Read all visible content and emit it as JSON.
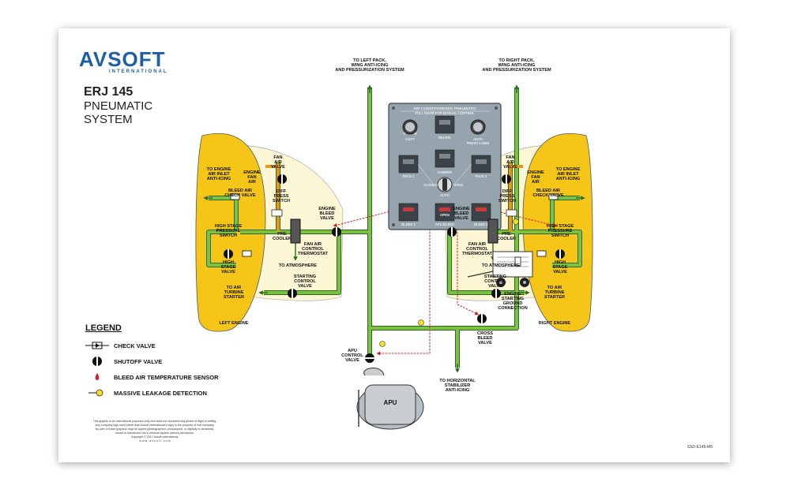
{
  "logo": {
    "main": "AVSOFT",
    "sub": "INTERNATIONAL"
  },
  "title": {
    "main": "ERJ 145",
    "line1": "PNEUMATIC",
    "line2": "SYSTEM"
  },
  "labels": {
    "to_left_pack": [
      "TO LEFT PACK,",
      "WING ANTI-ICING",
      "AND PRESSURIZATION SYSTEM"
    ],
    "to_right_pack": [
      "TO RIGHT PACK,",
      "WING ANTI-ICING",
      "AND PRESSURIZATION SYSTEM"
    ],
    "to_engine_air_inlet_l": [
      "TO ENGINE",
      "AIR INLET",
      "ANTI-ICING"
    ],
    "to_engine_air_inlet_r": [
      "TO ENGINE",
      "AIR INLET",
      "ANTI-ICING"
    ],
    "engine_fan_air_l": [
      "ENGINE",
      "FAN",
      "AIR"
    ],
    "engine_fan_air_r": [
      "ENGINE",
      "FAN",
      "AIR"
    ],
    "fan_air_valve_l": [
      "FAN",
      "AIR",
      "VALVE"
    ],
    "fan_air_valve_r": [
      "FAN",
      "AIR",
      "VALVE"
    ],
    "bleed_check_l": [
      "BLEED AIR",
      "CHECK VALVE"
    ],
    "bleed_check_r": [
      "BLEED AIR",
      "CHECK VALVE"
    ],
    "diff_press_l": [
      "DIFF",
      "PRESS",
      "SWITCH"
    ],
    "diff_press_r": [
      "DIFF",
      "PRESS",
      "SWITCH"
    ],
    "engine_bleed_l": [
      "ENGINE",
      "BLEED",
      "VALVE"
    ],
    "engine_bleed_r": [
      "ENGINE",
      "BLEED",
      "VALVE"
    ],
    "hs_press_l": [
      "HIGH STAGE",
      "PRESSURE",
      "SWITCH"
    ],
    "hs_press_r": [
      "HIGH STAGE",
      "PRESSURE",
      "SWITCH"
    ],
    "pre_cooler_l": [
      "PRE",
      "COOLER"
    ],
    "pre_cooler_r": [
      "PRE",
      "COOLER"
    ],
    "fan_thermo_l": [
      "FAN AIR",
      "CONTROL",
      "THERMOSTAT"
    ],
    "fan_thermo_r": [
      "FAN AIR",
      "CONTROL",
      "THERMOSTAT"
    ],
    "hs_valve_l": [
      "HIGH",
      "STAGE",
      "VALVE"
    ],
    "hs_valve_r": [
      "HIGH",
      "STAGE",
      "VALVE"
    ],
    "to_atmos_l": "TO ATMOSPHERE",
    "to_atmos_r": "TO ATMOSPHERE",
    "start_ctrl_l": [
      "STARTING",
      "CONTROL",
      "VALVE"
    ],
    "start_ctrl_r": [
      "STARTING",
      "CONTROL",
      "VALVE"
    ],
    "to_air_turbine_l": [
      "TO AIR",
      "TURBINE",
      "STARTER"
    ],
    "to_air_turbine_r": [
      "TO AIR",
      "TURBINE",
      "STARTER"
    ],
    "left_engine": "LEFT ENGINE",
    "right_engine": "RIGHT ENGINE",
    "ground_conn": [
      "ENGINE",
      "STARTING",
      "GROUND",
      "CONNECTION"
    ],
    "cross_bleed": [
      "CROSS",
      "BLEED",
      "VALVE"
    ],
    "apu_ctrl": [
      "APU",
      "CONTROL",
      "VALVE"
    ],
    "apu": "APU",
    "to_horiz_stab": [
      "TO HORIZONTAL",
      "STABILIZER",
      "ANTI-ICING"
    ]
  },
  "panel": {
    "title": "AIR CONDITIONIONG/ PNEUMATIC",
    "subtitle": "PULL KNOB FOR MANUAL CONTROL",
    "knob_left": "CKPT",
    "knob_right": [
      "AUTO",
      "PRESS CABIN"
    ],
    "recirc": "RECIRC",
    "pack1": "PACK 1",
    "damper": "DAMPER",
    "pack2": "PACK 2",
    "xbleed_pos": {
      "closed": "CLOSED",
      "open": "OPEN",
      "auto": "AUTO"
    },
    "bleed1": "BLEED 1",
    "apu_bleed": "APU BLEED",
    "apu_bleed_btn": "OPEN",
    "bleed2": "BLEED 2",
    "knob_marks": [
      "C",
      "H"
    ]
  },
  "legend": {
    "title": "LEGEND",
    "items": [
      "CHECK VALVE",
      "SHUTOFF VALVE",
      "BLEED AIR TEMPERATURE SENSOR",
      "MASSIVE LEAKAGE DETECTION"
    ]
  },
  "disclaimer": [
    "This graphic is for instructional purposes only and does not represent any phase of flight or setting.",
    "Any company logo used (other than Avsoft International's logo) is the property of that company.",
    "No part of these graphics may be copied (photographed, photocopied, or digitally re-rendered),",
    "stored or introduced into a retrieval system without permission.",
    "Copyright © 2017 Avsoft International.",
    "w w w . a v s o f t . c o m"
  ],
  "doc_id": "SSD-E145-M6",
  "colors": {
    "duct": "#7cc242",
    "duct_dark": "#2d6a1f",
    "engine": "#f5c518",
    "nacelle": "#fdf7d6",
    "panel": "#96a4ad",
    "sensor": "#d32027",
    "leak": "#f7e11e",
    "logo": "#1d5fa6"
  }
}
